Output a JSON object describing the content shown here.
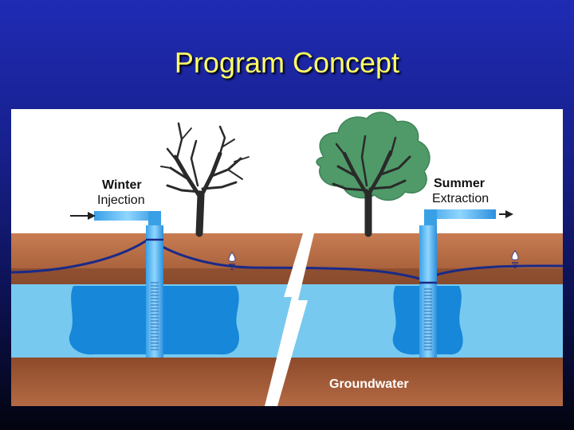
{
  "slide": {
    "title": "Program Concept"
  },
  "diagram": {
    "winter": {
      "line1": "Winter",
      "line2": "Injection"
    },
    "summer": {
      "line1": "Summer",
      "line2": "Extraction"
    },
    "groundwater_label": "Groundwater"
  },
  "colors": {
    "title": "#ffff66",
    "sky": "#ffffff",
    "soil": "#b56a43",
    "aquifer_light": "#78c9ef",
    "aquifer_dark": "#1687d9",
    "bedrock": "#8d4a2a",
    "water_table": "#1a2a88",
    "foliage": "#4f9a68",
    "trunk": "#2a2a2a"
  },
  "icons": [
    "arrow-right-icon",
    "water-drop-icon",
    "water-table-marker-icon",
    "lightning-fault-icon",
    "tree-icon"
  ]
}
